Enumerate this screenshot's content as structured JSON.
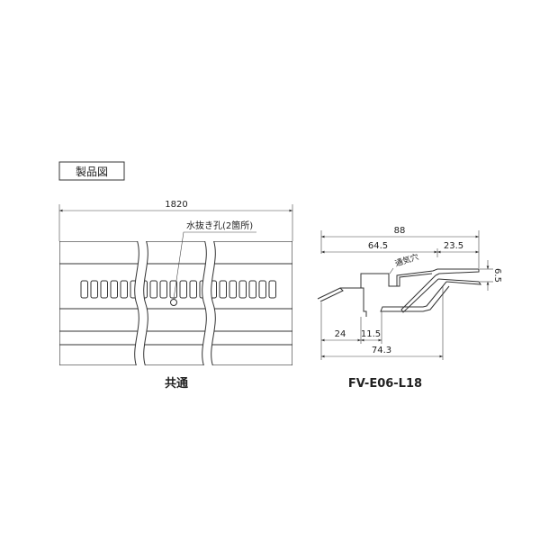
{
  "header": {
    "label": "製品図"
  },
  "front_view": {
    "width_label": "1820",
    "callout_label": "水抜き孔(2箇所)",
    "caption": "共通"
  },
  "section_view": {
    "dim_overall": "88",
    "dim_upper_left": "64.5",
    "dim_upper_right": "23.5",
    "dim_height": "6.5",
    "dim_lower_left": "24",
    "dim_lower_mid": "11.5",
    "dim_lower_total": "74.3",
    "vent_label": "通気穴",
    "caption": "FV-E06-L18"
  }
}
